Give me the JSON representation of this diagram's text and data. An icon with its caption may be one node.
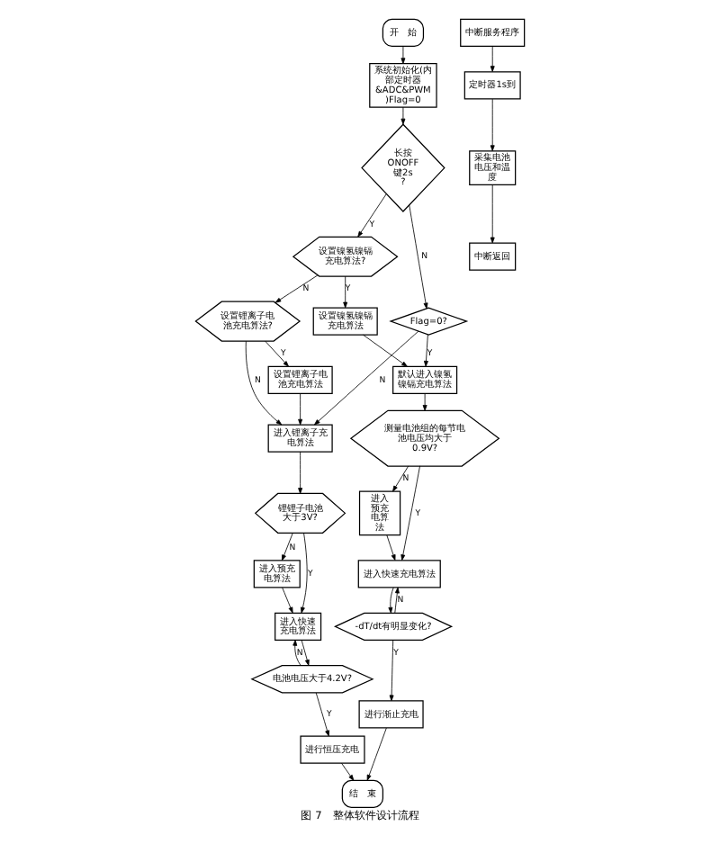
{
  "diagram": {
    "caption": "图 7　整体软件设计流程",
    "nodes": [
      {
        "text": [
          "开　始"
        ]
      },
      {
        "text": [
          "系统初始化(内部定时器&ADC&PWM)Flag=0"
        ]
      },
      {
        "text": [
          "长按ONOFF键2s?"
        ]
      },
      {
        "text": [
          "设置镍氢镍镉充电算法?"
        ]
      },
      {
        "text": [
          "设置锂离子电池充电算法?"
        ]
      },
      {
        "text": [
          "设置锂离子电池充电算法"
        ]
      },
      {
        "text": [
          "设置镍氢镍镉充电算法"
        ]
      },
      {
        "text": [
          "Flag=0?"
        ]
      },
      {
        "text": [
          "默认进入镍氢镍镉充电算法"
        ]
      },
      {
        "text": [
          "进入锂离子充电算法"
        ]
      },
      {
        "text": [
          "测量电池组的每节电池电压均大于0.9V?"
        ]
      },
      {
        "text": [
          "进入预充电算法"
        ]
      },
      {
        "text": [
          "锂锂子电池大于3V?"
        ]
      },
      {
        "text": [
          "进入预充电算法"
        ]
      },
      {
        "text": [
          "进入快速充电算法"
        ]
      },
      {
        "text": [
          "进入快速充电算法"
        ]
      },
      {
        "text": [
          "-dT/dt有明显变化?"
        ]
      },
      {
        "text": [
          "电池电压大于4.2V?"
        ]
      },
      {
        "text": [
          "进行渐止充电"
        ]
      },
      {
        "text": [
          "进行恒压充电"
        ]
      },
      {
        "text": [
          "结　束"
        ]
      },
      {
        "text": [
          "中断服务程序"
        ]
      },
      {
        "text": [
          "定时器1s到"
        ]
      },
      {
        "text": [
          "采集电池电压和温度"
        ]
      },
      {
        "text": [
          "中断返回"
        ]
      }
    ],
    "edges": [
      {
        "from": 0,
        "to": 1,
        "arrow": "to"
      },
      {
        "from": 1,
        "to": 2,
        "arrow": "to"
      },
      {
        "from": 2,
        "to": 3,
        "arrow": "to",
        "label": "Y"
      },
      {
        "from": 2,
        "to": 7,
        "arrow": "to",
        "label": "N"
      },
      {
        "from": 3,
        "to": 4,
        "arrow": "to",
        "label": "N"
      },
      {
        "from": 3,
        "to": 6,
        "arrow": "to",
        "label": "Y"
      },
      {
        "from": 4,
        "to": 5,
        "arrow": "to",
        "label": "Y"
      },
      {
        "from": 4,
        "to": 9,
        "arrow": "to",
        "label": "N"
      },
      {
        "from": 5,
        "to": 9,
        "arrow": "to"
      },
      {
        "from": 6,
        "to": 8,
        "arrow": "to"
      },
      {
        "from": 7,
        "to": 8,
        "arrow": "to",
        "label": "Y"
      },
      {
        "from": 7,
        "to": 9,
        "arrow": "to",
        "label": "N"
      },
      {
        "from": 8,
        "to": 10,
        "arrow": "to"
      },
      {
        "from": 10,
        "to": 11,
        "arrow": "to",
        "label": "N"
      },
      {
        "from": 10,
        "to": 14,
        "arrow": "to",
        "label": "Y"
      },
      {
        "from": 11,
        "to": 14,
        "arrow": "to"
      },
      {
        "from": 9,
        "to": 12,
        "arrow": "to"
      },
      {
        "from": 12,
        "to": 13,
        "arrow": "to",
        "label": "N"
      },
      {
        "from": 12,
        "to": 15,
        "arrow": "to",
        "label": "Y"
      },
      {
        "from": 13,
        "to": 15,
        "arrow": "to"
      },
      {
        "from": 14,
        "to": 16,
        "arrow": "to"
      },
      {
        "from": 16,
        "to": 14,
        "arrow": "to",
        "label": "N"
      },
      {
        "from": 16,
        "to": 18,
        "arrow": "to",
        "label": "Y"
      },
      {
        "from": 15,
        "to": 17,
        "arrow": "to"
      },
      {
        "from": 17,
        "to": 15,
        "arrow": "to",
        "label": "N"
      },
      {
        "from": 17,
        "to": 19,
        "arrow": "to",
        "label": "Y"
      },
      {
        "from": 18,
        "to": 20,
        "arrow": "to"
      },
      {
        "from": 19,
        "to": 20,
        "arrow": "to"
      },
      {
        "from": 21,
        "to": 22,
        "arrow": "to"
      },
      {
        "from": 22,
        "to": 23,
        "arrow": "to"
      },
      {
        "from": 23,
        "to": 24,
        "arrow": "to"
      }
    ]
  }
}
